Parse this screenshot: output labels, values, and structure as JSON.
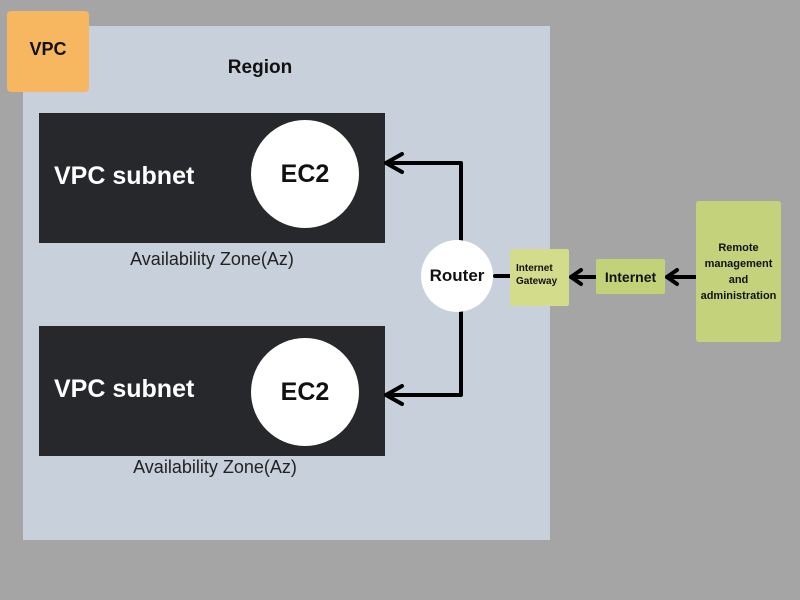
{
  "vpc": {
    "label": "VPC"
  },
  "region": {
    "title": "Region"
  },
  "subnets": [
    {
      "label": "VPC subnet",
      "instance": "EC2",
      "zone": "Availability Zone(Az)"
    },
    {
      "label": "VPC subnet",
      "instance": "EC2",
      "zone": "Availability Zone(Az)"
    }
  ],
  "router": {
    "label": "Router"
  },
  "internet_gateway": {
    "line1": "Internet",
    "line2": "Gateway"
  },
  "internet": {
    "label": "Internet"
  },
  "remote": {
    "line1": "Remote",
    "line2": "management",
    "line3": "and",
    "line4": "administration"
  },
  "colors": {
    "background": "#a5a5a5",
    "region": "#c8d0db",
    "vpc_badge": "#f6b760",
    "subnet": "#27282b",
    "green_box": "#c5d27c"
  }
}
